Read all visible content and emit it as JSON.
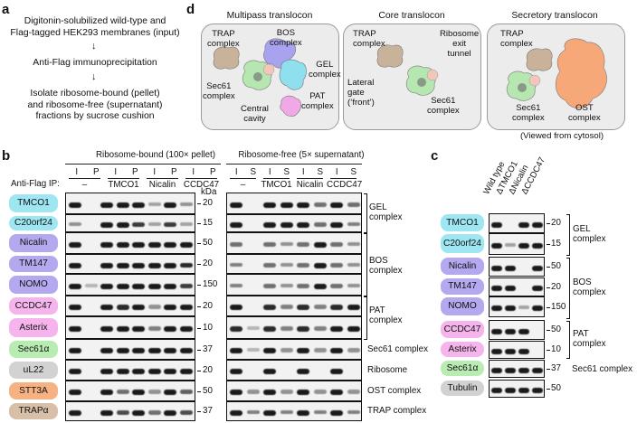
{
  "panel_a": {
    "label": "a",
    "steps": [
      "Digitonin-solubilized wild-type and",
      "Flag-tagged HEK293 membranes (input)",
      "Anti-Flag immunoprecipitation",
      "Isolate ribosome-bound (pellet)",
      "and ribosome-free (supernatant)",
      "fractions by sucrose cushion"
    ]
  },
  "panel_d": {
    "label": "d",
    "panels": [
      {
        "title": "Multipass translocon",
        "labels": [
          "TRAP",
          "complex",
          "BOS",
          "complex",
          "GEL",
          "complex",
          "Sec61",
          "complex",
          "PAT",
          "complex",
          "Central",
          "cavity"
        ]
      },
      {
        "title": "Core translocon",
        "labels": [
          "TRAP",
          "complex",
          "Ribosome",
          "exit",
          "tunnel",
          "Lateral",
          "gate",
          "(‘front’)",
          "Sec61",
          "complex"
        ]
      },
      {
        "title": "Secretory translocon",
        "labels": [
          "TRAP",
          "complex",
          "Sec61",
          "complex",
          "OST",
          "complex"
        ]
      }
    ],
    "footnote": "(Viewed from cytosol)"
  },
  "panel_b": {
    "label": "b",
    "section_bound": "Ribosome-bound (100× pellet)",
    "section_free": "Ribosome-free (5× supernatant)",
    "ip_label": "Anti-Flag IP:",
    "kda": "kDa",
    "lanes_bound": [
      "I",
      "P",
      "I",
      "P",
      "I",
      "P",
      "I",
      "P"
    ],
    "lanes_free": [
      "I",
      "S",
      "I",
      "S",
      "I",
      "S",
      "I",
      "S"
    ],
    "conditions": [
      "–",
      "TMCO1",
      "Nicalin",
      "CCDC47"
    ],
    "proteins": [
      "TMCO1",
      "C20orf24",
      "Nicalin",
      "TM147",
      "NOMO",
      "CCDC47",
      "Asterix",
      "Sec61α",
      "uL22",
      "STT3A",
      "TRAPα"
    ],
    "markers": [
      "20",
      "15",
      "50",
      "20",
      "150",
      "20",
      "10",
      "37",
      "20",
      "50",
      "37"
    ],
    "complexes": [
      "GEL",
      "complex",
      "BOS",
      "complex",
      "PAT",
      "complex",
      "Sec61 complex",
      "Ribosome",
      "OST complex",
      "TRAP complex"
    ]
  },
  "panel_c": {
    "label": "c",
    "lanes": [
      "Wild type",
      "ΔTMCO1",
      "ΔNicalin",
      "ΔCCDC47"
    ],
    "proteins": [
      "TMCO1",
      "C20orf24",
      "Nicalin",
      "TM147",
      "NOMO",
      "CCDC47",
      "Asterix",
      "Sec61α",
      "Tubulin"
    ],
    "markers": [
      "20",
      "15",
      "50",
      "20",
      "150",
      "50",
      "10",
      "37",
      "50"
    ],
    "complexes": [
      "GEL",
      "complex",
      "BOS",
      "complex",
      "PAT",
      "complex",
      "Sec61 complex"
    ]
  }
}
